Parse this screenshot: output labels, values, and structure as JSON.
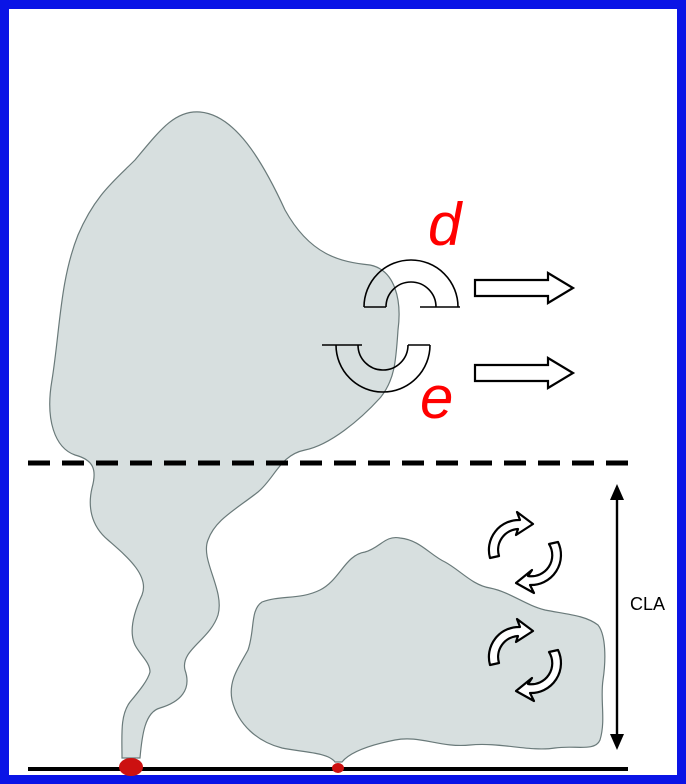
{
  "labels": {
    "entrainment_upper": "d",
    "entrainment_lower": "e",
    "boundary_layer": "CLA"
  },
  "colors": {
    "frame": "#0a14e6",
    "plume_fill": "#d7dfdf",
    "plume_stroke": "#6a7a7a",
    "label_red": "#ff0000",
    "source_dot": "#cc1111",
    "ground": "#000000"
  },
  "icons": {
    "outflow_arrow": "hollow-right-arrow",
    "eddy": "semicircular-swirl",
    "turbulence": "circular-rotating-arrows"
  }
}
